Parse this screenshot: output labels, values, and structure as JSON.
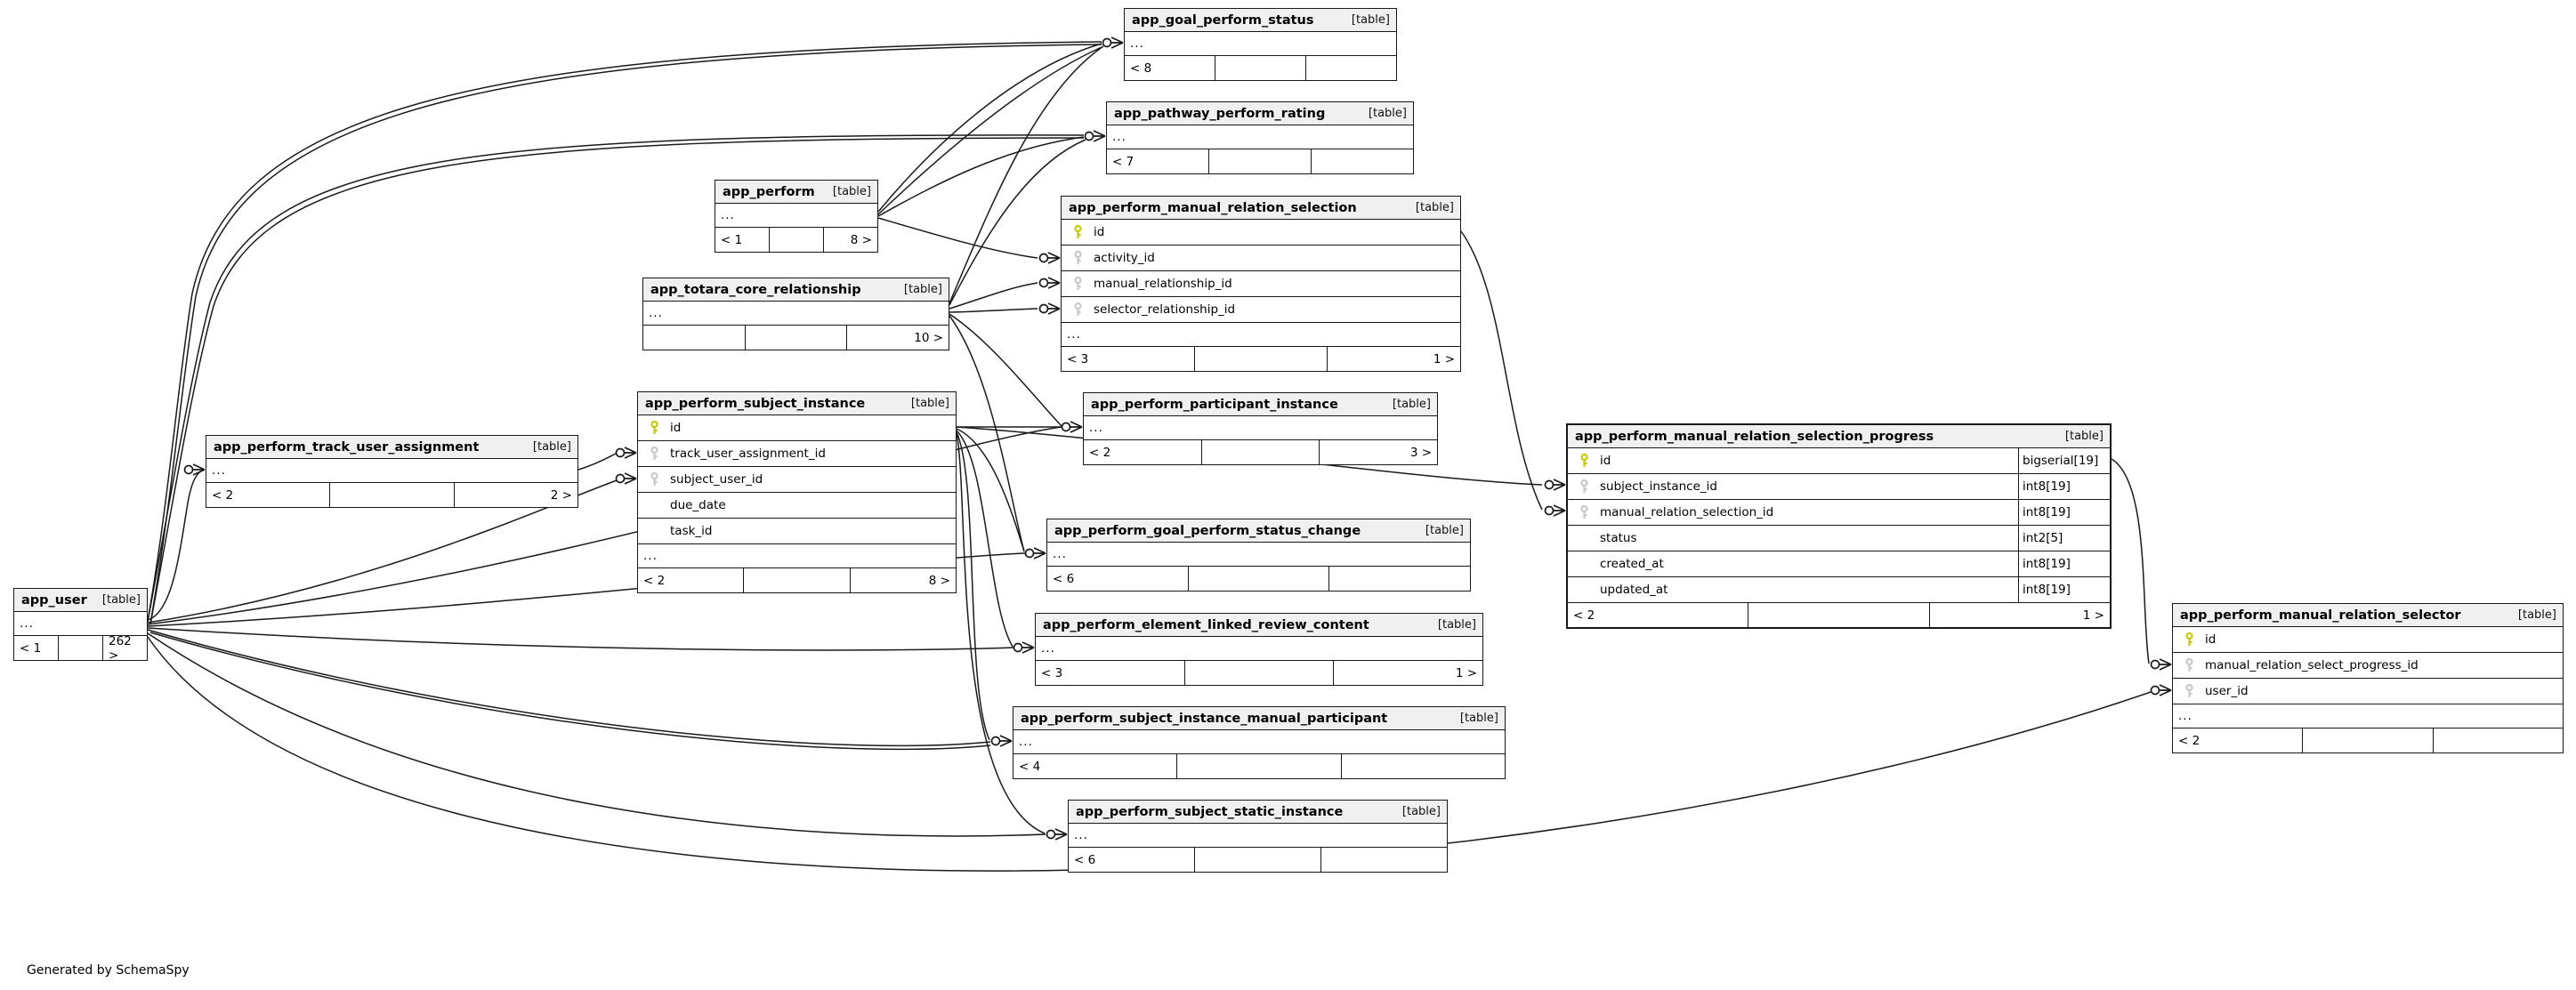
{
  "footer_note": "Generated by SchemaSpy",
  "ellipsis": "...",
  "colors": {
    "table_border": "#171717",
    "header_bg": "#f0f0f0",
    "primary_key": "#c9c900",
    "foreign_key": "#c8c8c8",
    "line": "#1a1a1a"
  },
  "tables": [
    {
      "name": "app_goal_perform_status",
      "tag": "[table]",
      "footer_left": "< 8",
      "footer_right": "",
      "columns": []
    },
    {
      "name": "app_pathway_perform_rating",
      "tag": "[table]",
      "footer_left": "< 7",
      "footer_right": "",
      "columns": []
    },
    {
      "name": "app_perform",
      "tag": "[table]",
      "footer_left": "< 1",
      "footer_right": "8 >",
      "columns": []
    },
    {
      "name": "app_perform_manual_relation_selection",
      "tag": "[table]",
      "footer_left": "< 3",
      "footer_right": "1 >",
      "columns": [
        {
          "icon": "primary-key",
          "label": "id",
          "type": ""
        },
        {
          "icon": "foreign-key",
          "label": "activity_id",
          "type": ""
        },
        {
          "icon": "foreign-key",
          "label": "manual_relationship_id",
          "type": ""
        },
        {
          "icon": "foreign-key",
          "label": "selector_relationship_id",
          "type": ""
        }
      ]
    },
    {
      "name": "app_totara_core_relationship",
      "tag": "[table]",
      "footer_left": "",
      "footer_right": "10 >",
      "columns": []
    },
    {
      "name": "app_perform_subject_instance",
      "tag": "[table]",
      "footer_left": "< 2",
      "footer_right": "8 >",
      "columns": [
        {
          "icon": "primary-key",
          "label": "id",
          "type": ""
        },
        {
          "icon": "foreign-key",
          "label": "track_user_assignment_id",
          "type": ""
        },
        {
          "icon": "foreign-key",
          "label": "subject_user_id",
          "type": ""
        },
        {
          "icon": "none",
          "label": "due_date",
          "type": ""
        },
        {
          "icon": "none",
          "label": "task_id",
          "type": ""
        }
      ]
    },
    {
      "name": "app_perform_track_user_assignment",
      "tag": "[table]",
      "footer_left": "< 2",
      "footer_right": "2 >",
      "columns": []
    },
    {
      "name": "app_perform_participant_instance",
      "tag": "[table]",
      "footer_left": "< 2",
      "footer_right": "3 >",
      "columns": []
    },
    {
      "name": "app_perform_manual_relation_selection_progress",
      "tag": "[table]",
      "footer_left": "< 2",
      "footer_right": "1 >",
      "columns": [
        {
          "icon": "primary-key",
          "label": "id",
          "type": "bigserial[19]"
        },
        {
          "icon": "foreign-key",
          "label": "subject_instance_id",
          "type": "int8[19]"
        },
        {
          "icon": "foreign-key",
          "label": "manual_relation_selection_id",
          "type": "int8[19]"
        },
        {
          "icon": "none",
          "label": "status",
          "type": "int2[5]"
        },
        {
          "icon": "none",
          "label": "created_at",
          "type": "int8[19]"
        },
        {
          "icon": "none",
          "label": "updated_at",
          "type": "int8[19]"
        }
      ]
    },
    {
      "name": "app_perform_goal_perform_status_change",
      "tag": "[table]",
      "footer_left": "< 6",
      "footer_right": "",
      "columns": []
    },
    {
      "name": "app_user",
      "tag": "[table]",
      "footer_left": "< 1",
      "footer_right": "262 >",
      "columns": []
    },
    {
      "name": "app_perform_element_linked_review_content",
      "tag": "[table]",
      "footer_left": "< 3",
      "footer_right": "1 >",
      "columns": []
    },
    {
      "name": "app_perform_subject_instance_manual_participant",
      "tag": "[table]",
      "footer_left": "< 4",
      "footer_right": "",
      "columns": []
    },
    {
      "name": "app_perform_subject_static_instance",
      "tag": "[table]",
      "footer_left": "< 6",
      "footer_right": "",
      "columns": []
    },
    {
      "name": "app_perform_manual_relation_selector",
      "tag": "[table]",
      "footer_left": "< 2",
      "footer_right": "",
      "columns": [
        {
          "icon": "primary-key",
          "label": "id",
          "type": ""
        },
        {
          "icon": "foreign-key",
          "label": "manual_relation_select_progress_id",
          "type": ""
        },
        {
          "icon": "foreign-key",
          "label": "user_id",
          "type": ""
        }
      ]
    }
  ]
}
